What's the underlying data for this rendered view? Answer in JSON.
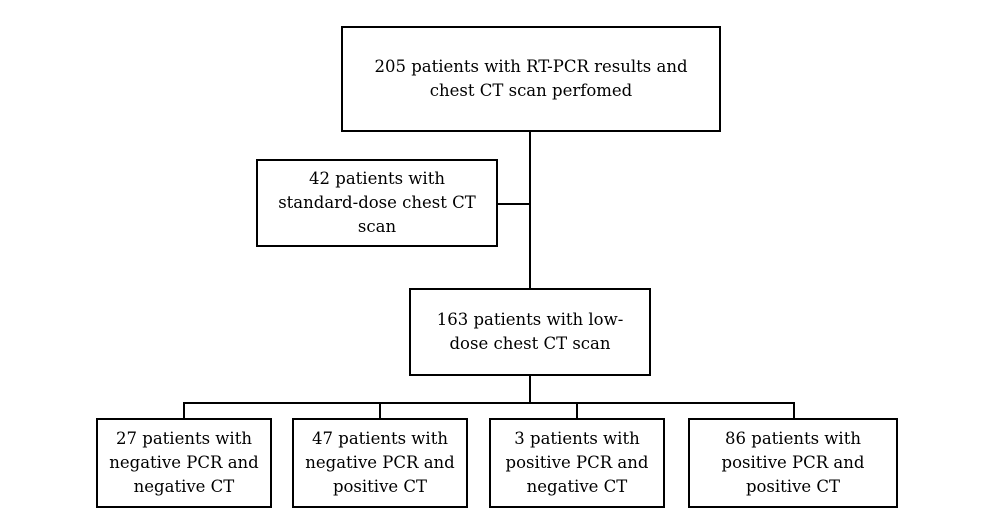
{
  "flowchart": {
    "top": {
      "lines": [
        "205 patients with RT-PCR results and",
        "chest CT scan perfomed"
      ]
    },
    "excluded": {
      "lines": [
        "42 patients with",
        "standard-dose chest CT",
        "scan"
      ]
    },
    "middle": {
      "lines": [
        "163 patients with low-",
        "dose chest CT scan"
      ]
    },
    "outcomes": [
      {
        "lines": [
          "27 patients with",
          "negative PCR and",
          "negative CT"
        ]
      },
      {
        "lines": [
          "47 patients with",
          "negative PCR and",
          "positive CT"
        ]
      },
      {
        "lines": [
          "3 patients with",
          "positive PCR and",
          "negative CT"
        ]
      },
      {
        "lines": [
          "86 patients with",
          "positive PCR and",
          "positive CT"
        ]
      }
    ]
  }
}
